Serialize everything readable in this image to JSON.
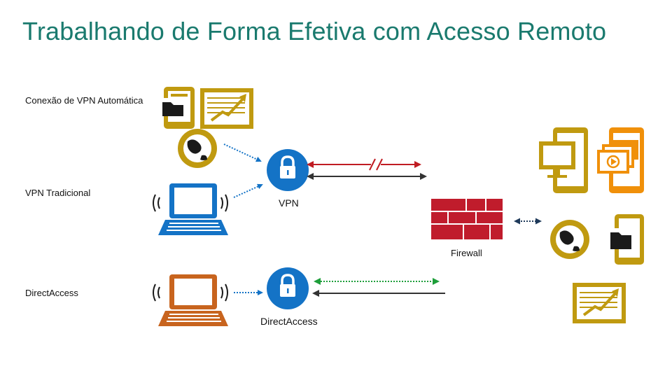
{
  "title": "Trabalhando de Forma Efetiva com Acesso Remoto",
  "labels": {
    "auto_vpn": "Conexão de VPN Automática",
    "traditional_vpn": "VPN Tradicional",
    "direct_access": "DirectAccess",
    "vpn_gateway": "VPN",
    "firewall": "Firewall",
    "da_gateway": "DirectAccess"
  },
  "colors": {
    "title": "#1a7a6e",
    "gold": "#c09a10",
    "orange": "#f0900a",
    "blue": "#1473c6",
    "brown": "#c8641e",
    "red": "#c01c22",
    "green": "#1e9e3a",
    "firewall": "#c01c2c"
  }
}
